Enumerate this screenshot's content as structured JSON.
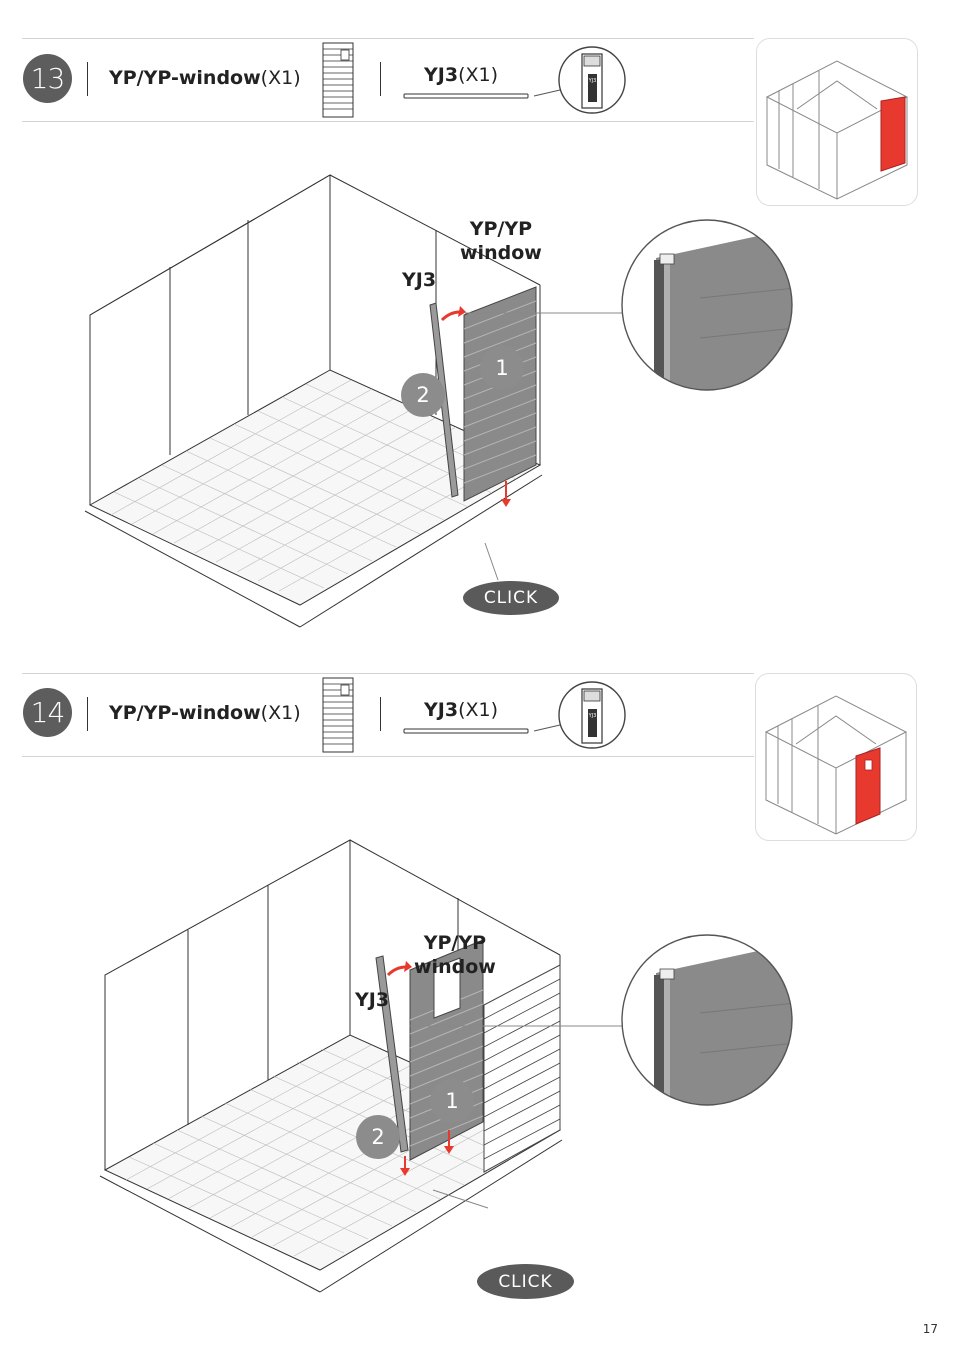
{
  "steps": [
    {
      "number": "13",
      "panel": {
        "name": "YP/YP-window",
        "qty": "(X1)"
      },
      "connector": {
        "name": "YJ3",
        "qty": "(X1)"
      },
      "detail_connector_label": "YJ3",
      "callout_panel": "YP/YP\nwindow",
      "callout_yj3": "YJ3",
      "badge_1": "1",
      "badge_2": "2",
      "click": "CLICK"
    },
    {
      "number": "14",
      "panel": {
        "name": "YP/YP-window",
        "qty": "(X1)"
      },
      "connector": {
        "name": "YJ3",
        "qty": "(X1)"
      },
      "detail_connector_label": "YJ3",
      "callout_panel": "YP/YP\nwindow",
      "callout_yj3": "YJ3",
      "badge_1": "1",
      "badge_2": "2",
      "click": "CLICK"
    }
  ],
  "colors": {
    "accent": "#e8392f",
    "badge": "#8c8c8c",
    "panel": "#8a8a8a",
    "dark": "#5d5d5d"
  },
  "page_number": "17"
}
